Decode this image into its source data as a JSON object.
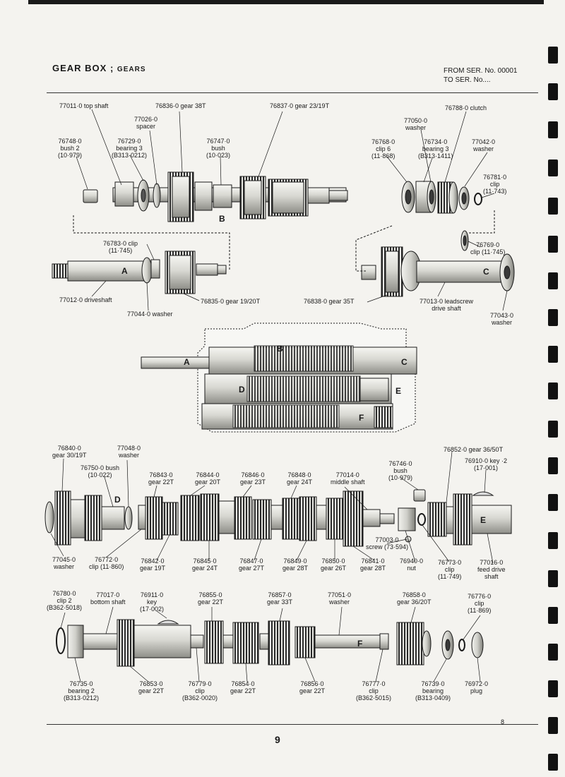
{
  "header": {
    "title_main": "GEAR BOX ;",
    "title_sub": "GEARS",
    "serial_from": "FROM SER. No. 00001",
    "serial_to": "TO SER. No...."
  },
  "section_letters": {
    "a1": "A",
    "b1": "B",
    "c1": "C",
    "a2": "A",
    "b2": "B",
    "c2": "C",
    "d2": "D",
    "e2": "E",
    "f2": "F",
    "d3": "D",
    "e3": "E",
    "f4": "F"
  },
  "parts": {
    "p77011": "77011·0 top shaft",
    "p77026": "77026·0\nspacer",
    "p76836": "76836·0 gear 38T",
    "p76837": "76837·0 gear 23/19T",
    "p76748": "76748·0\nbush 2\n(10·979)",
    "p76729": "76729·0\nbearing 3\n(B313·0212)",
    "p76747": "76747·0\nbush\n(10·023)",
    "p76788": "76788·0 clutch",
    "p77050": "77050·0\nwasher",
    "p76768": "76768·0\nclip 6\n(11·868)",
    "p76734": "76734·0\nbearing 3\n(B313·1411)",
    "p77042": "77042·0\nwasher",
    "p76781": "76781·0\nclip\n(11·743)",
    "p76783": "76783·0 clip\n(11·745)",
    "p76769": "76769·0\nclip (11·745)",
    "p77012": "77012·0 driveshaft",
    "p77044": "77044·0 washer",
    "p76835": "76835·0 gear 19/20T",
    "p76838": "76838·0 gear 35T",
    "p77013": "77013·0 leadscrew\ndrive shaft",
    "p77043": "77043·0\nwasher",
    "p76840": "76840·0\ngear 30/19T",
    "p77048": "77048·0\nwasher",
    "p76750": "76750·0 bush\n(10·022)",
    "p76843": "76843·0\ngear 22T",
    "p76844": "76844·0\ngear 20T",
    "p76846": "76846·0\ngear 23T",
    "p76848": "76848·0\ngear 24T",
    "p77014": "77014·0\nmiddle shaft",
    "p76746": "76746·0\nbush\n(10·979)",
    "p76852": "76852·0 gear 36/50T",
    "p76910": "76910·0 key ·2\n(17·001)",
    "p77045": "77045·0\nwasher",
    "p76772": "76772·0\nclip (11·860)",
    "p76842": "76842·0\ngear 19T",
    "p76845": "76845·0\ngear 24T",
    "p76847": "76847·0\ngear 27T",
    "p76849": "76849·0\ngear 28T",
    "p76850": "76850·0\ngear 26T",
    "p76841": "76841·0\ngear 28T",
    "p77003": "77003·0\nscrew (73·594)",
    "p76940": "76940·0\nnut",
    "p76773": "76773·0\nclip\n(11·749)",
    "p77016": "77016·0\nfeed drive\nshaft",
    "p76780": "76780·0\nclip 2\n(B362·5018)",
    "p77017": "77017·0\nbottom shaft",
    "p76911": "76911·0\nkey\n(17·002)",
    "p76855": "76855·0\ngear 22T",
    "p76857": "76857·0\ngear 33T",
    "p77051": "77051·0\nwasher",
    "p76858": "76858·0\ngear 36/20T",
    "p76776": "76776·0\nclip\n(11·869)",
    "p76735": "76735·0\nbearing 2\n(B313·0212)",
    "p76853": "76853·0\ngear 22T",
    "p76779": "76779·0\nclip\n(B362·0020)",
    "p76854": "76854·0\ngear 22T",
    "p76856": "76856·0\ngear 22T",
    "p76777": "76777·0\nclip\n(B362·5015)",
    "p76739": "76739·0\nbearing\n(B313·0409)",
    "p76972": "76972·0\nplug"
  },
  "footer": {
    "code": "8",
    "page_number": "9"
  },
  "colors": {
    "ink": "#1a1a1a",
    "paper": "#f4f3ef",
    "metal": "#d9d9d4",
    "shade": "#9c9c96"
  }
}
